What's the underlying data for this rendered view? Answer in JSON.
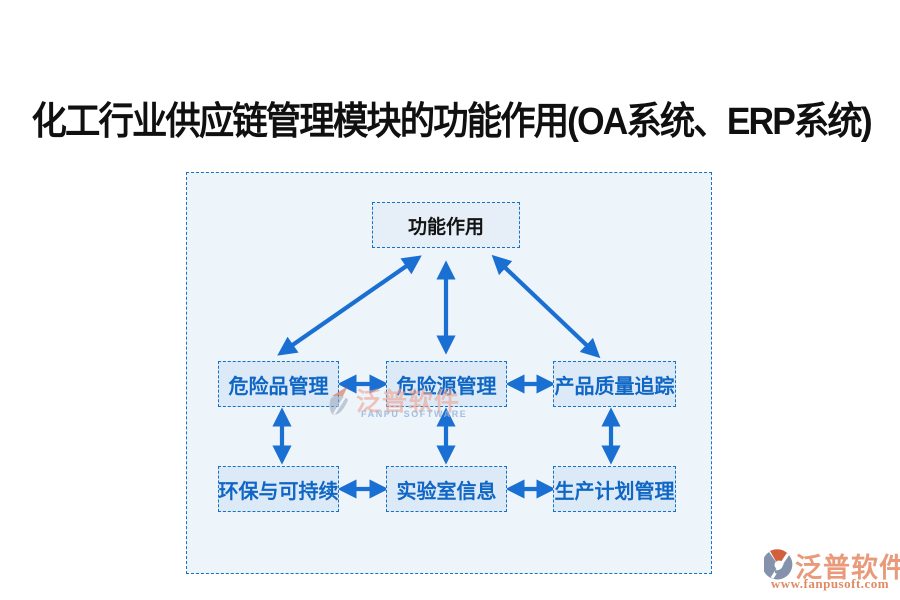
{
  "title": "化工行业供应链管理模块的功能作用(OA系统、ERP系统)",
  "diagram": {
    "panel_fill": "#edf4fa",
    "border_color": "#1472c8",
    "arrow_color": "#1a6fd2",
    "node_text_color": "#0f66c4",
    "nodes": [
      {
        "id": "top",
        "label": "功能作用"
      },
      {
        "id": "m1",
        "label": "危险品管理"
      },
      {
        "id": "m2",
        "label": "危险源管理"
      },
      {
        "id": "m3",
        "label": "产品质量追踪"
      },
      {
        "id": "b1",
        "label": "环保与可持续"
      },
      {
        "id": "b2",
        "label": "实验室信息"
      },
      {
        "id": "b3",
        "label": "生产计划管理"
      }
    ],
    "edges": [
      {
        "from": "top",
        "to": "m1"
      },
      {
        "from": "top",
        "to": "m2"
      },
      {
        "from": "top",
        "to": "m3"
      },
      {
        "from": "m1",
        "to": "m2"
      },
      {
        "from": "m2",
        "to": "m3"
      },
      {
        "from": "m1",
        "to": "b1"
      },
      {
        "from": "m2",
        "to": "b2"
      },
      {
        "from": "m3",
        "to": "b3"
      },
      {
        "from": "b1",
        "to": "b2"
      },
      {
        "from": "b2",
        "to": "b3"
      }
    ]
  },
  "center_watermark": {
    "brand": "泛普软件",
    "subtext": "FANPU SOFTWARE"
  },
  "footer_logo": {
    "brand": "泛普软件",
    "url": "www.fanpusoft.com",
    "brand_color": "#e89a7a",
    "glyph_gray": "#8492ab",
    "glyph_orange": "#d2603d"
  }
}
